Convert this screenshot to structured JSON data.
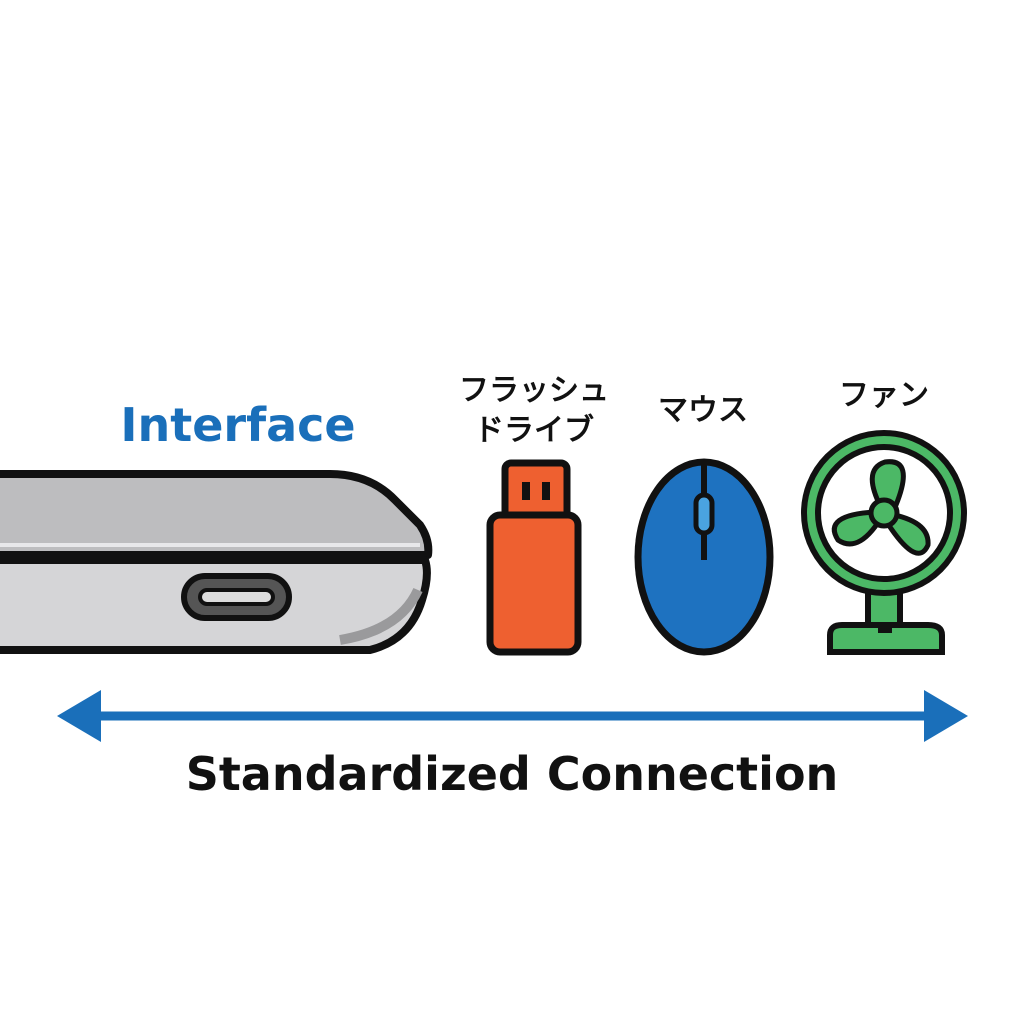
{
  "labels": {
    "interface": "Interface",
    "flash_drive_line1": "フラッシュ",
    "flash_drive_line2": "ドライブ",
    "mouse": "マウス",
    "fan": "ファン",
    "connection": "Standardized Connection"
  },
  "colors": {
    "accent_blue": "#1a6fba",
    "flash_orange": "#ee6030",
    "mouse_blue": "#1e72c0",
    "fan_green": "#4cb866",
    "device_gray": "#c4c4c6",
    "outline": "#111111"
  },
  "icons": [
    "laptop-icon",
    "usb-c-port-icon",
    "flash-drive-icon",
    "mouse-icon",
    "fan-icon",
    "double-arrow-icon"
  ]
}
